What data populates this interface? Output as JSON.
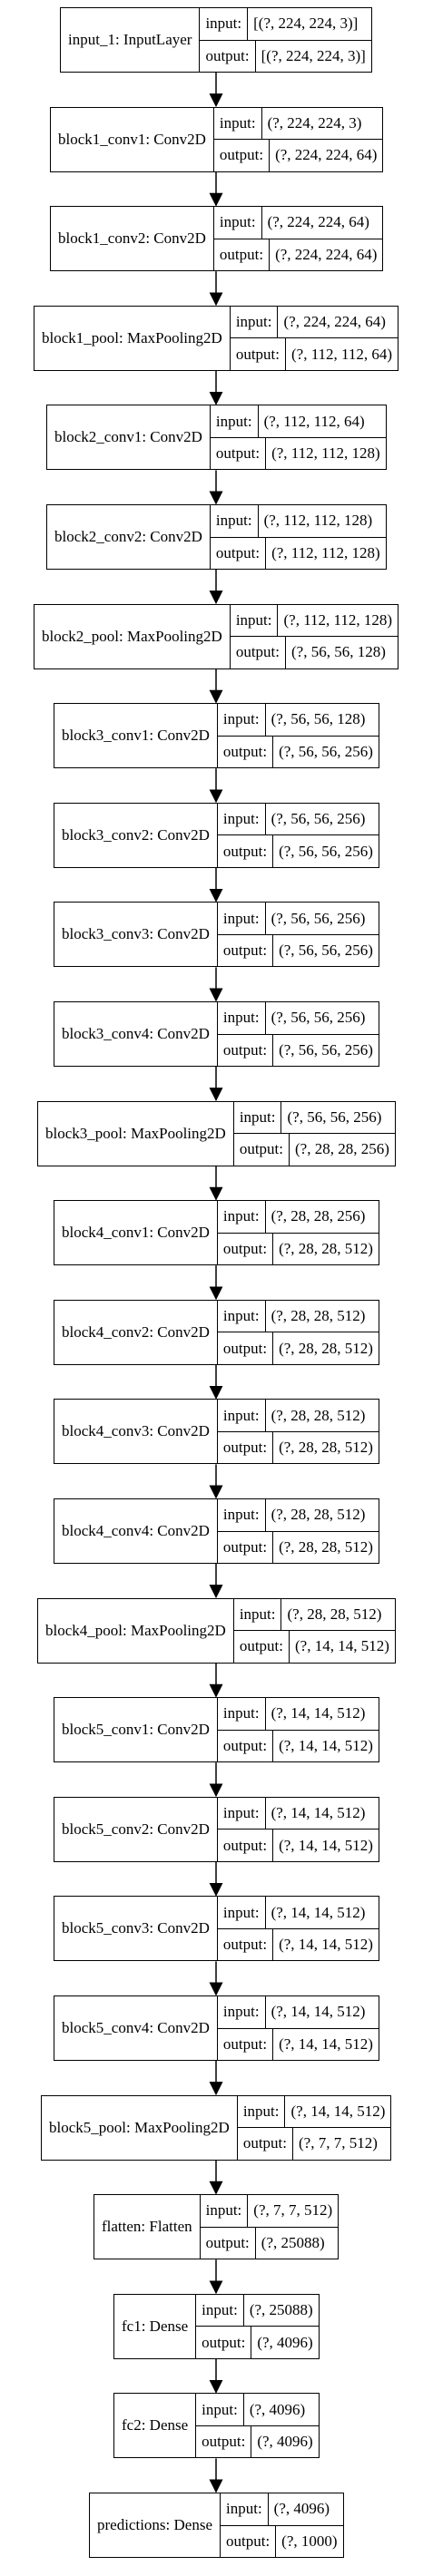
{
  "layers": [
    {
      "name": "input_1: InputLayer",
      "input": "[(?, 224, 224, 3)]",
      "output": "[(?, 224, 224, 3)]"
    },
    {
      "name": "block1_conv1: Conv2D",
      "input": "(?, 224, 224, 3)",
      "output": "(?, 224, 224, 64)"
    },
    {
      "name": "block1_conv2: Conv2D",
      "input": "(?, 224, 224, 64)",
      "output": "(?, 224, 224, 64)"
    },
    {
      "name": "block1_pool: MaxPooling2D",
      "input": "(?, 224, 224, 64)",
      "output": "(?, 112, 112, 64)"
    },
    {
      "name": "block2_conv1: Conv2D",
      "input": "(?, 112, 112, 64)",
      "output": "(?, 112, 112, 128)"
    },
    {
      "name": "block2_conv2: Conv2D",
      "input": "(?, 112, 112, 128)",
      "output": "(?, 112, 112, 128)"
    },
    {
      "name": "block2_pool: MaxPooling2D",
      "input": "(?, 112, 112, 128)",
      "output": "(?, 56, 56, 128)"
    },
    {
      "name": "block3_conv1: Conv2D",
      "input": "(?, 56, 56, 128)",
      "output": "(?, 56, 56, 256)"
    },
    {
      "name": "block3_conv2: Conv2D",
      "input": "(?, 56, 56, 256)",
      "output": "(?, 56, 56, 256)"
    },
    {
      "name": "block3_conv3: Conv2D",
      "input": "(?, 56, 56, 256)",
      "output": "(?, 56, 56, 256)"
    },
    {
      "name": "block3_conv4: Conv2D",
      "input": "(?, 56, 56, 256)",
      "output": "(?, 56, 56, 256)"
    },
    {
      "name": "block3_pool: MaxPooling2D",
      "input": "(?, 56, 56, 256)",
      "output": "(?, 28, 28, 256)"
    },
    {
      "name": "block4_conv1: Conv2D",
      "input": "(?, 28, 28, 256)",
      "output": "(?, 28, 28, 512)"
    },
    {
      "name": "block4_conv2: Conv2D",
      "input": "(?, 28, 28, 512)",
      "output": "(?, 28, 28, 512)"
    },
    {
      "name": "block4_conv3: Conv2D",
      "input": "(?, 28, 28, 512)",
      "output": "(?, 28, 28, 512)"
    },
    {
      "name": "block4_conv4: Conv2D",
      "input": "(?, 28, 28, 512)",
      "output": "(?, 28, 28, 512)"
    },
    {
      "name": "block4_pool: MaxPooling2D",
      "input": "(?, 28, 28, 512)",
      "output": "(?, 14, 14, 512)"
    },
    {
      "name": "block5_conv1: Conv2D",
      "input": "(?, 14, 14, 512)",
      "output": "(?, 14, 14, 512)"
    },
    {
      "name": "block5_conv2: Conv2D",
      "input": "(?, 14, 14, 512)",
      "output": "(?, 14, 14, 512)"
    },
    {
      "name": "block5_conv3: Conv2D",
      "input": "(?, 14, 14, 512)",
      "output": "(?, 14, 14, 512)"
    },
    {
      "name": "block5_conv4: Conv2D",
      "input": "(?, 14, 14, 512)",
      "output": "(?, 14, 14, 512)"
    },
    {
      "name": "block5_pool: MaxPooling2D",
      "input": "(?, 14, 14, 512)",
      "output": "(?, 7, 7, 512)"
    },
    {
      "name": "flatten: Flatten",
      "input": "(?, 7, 7, 512)",
      "output": "(?, 25088)"
    },
    {
      "name": "fc1: Dense",
      "input": "(?, 25088)",
      "output": "(?, 4096)"
    },
    {
      "name": "fc2: Dense",
      "input": "(?, 4096)",
      "output": "(?, 4096)"
    },
    {
      "name": "predictions: Dense",
      "input": "(?, 4096)",
      "output": "(?, 1000)"
    }
  ],
  "labels": {
    "input": "input:",
    "output": "output:"
  }
}
